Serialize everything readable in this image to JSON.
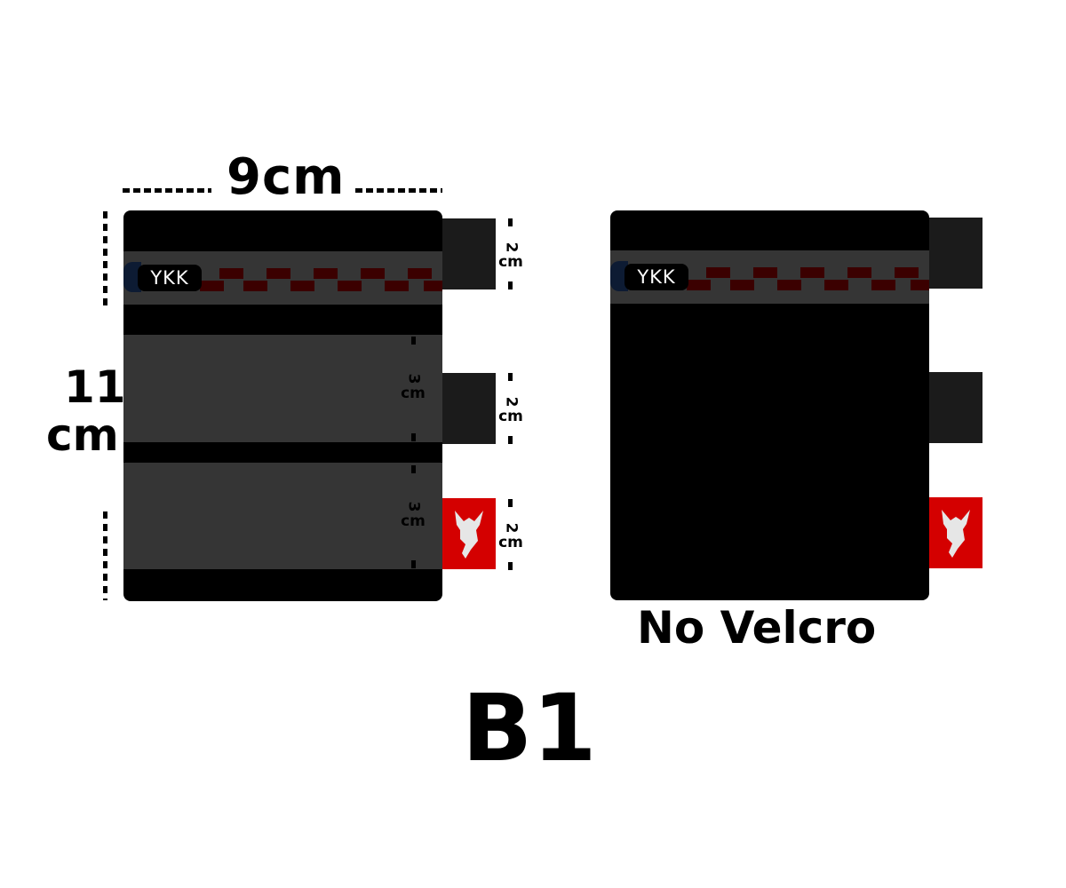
{
  "dimensions": {
    "width": "9cm",
    "height_number": "11",
    "height_unit": "cm",
    "tab_height_number": "2",
    "tab_height_unit": "cm",
    "panel_height_number": "3",
    "panel_height_unit": "cm"
  },
  "badge": {
    "brand": "YKK"
  },
  "labels": {
    "right_caption": "No Velcro",
    "model": "B1"
  },
  "colors": {
    "pouch": "#000000",
    "panel": "#353535",
    "tab": "#1b1b1b",
    "accent_tab": "#d40000",
    "zipper_checker": "#3b0000",
    "zip_pull": "#0d1b33"
  },
  "icons": {
    "accent_tab_logo": "goat-head-logo-icon"
  }
}
